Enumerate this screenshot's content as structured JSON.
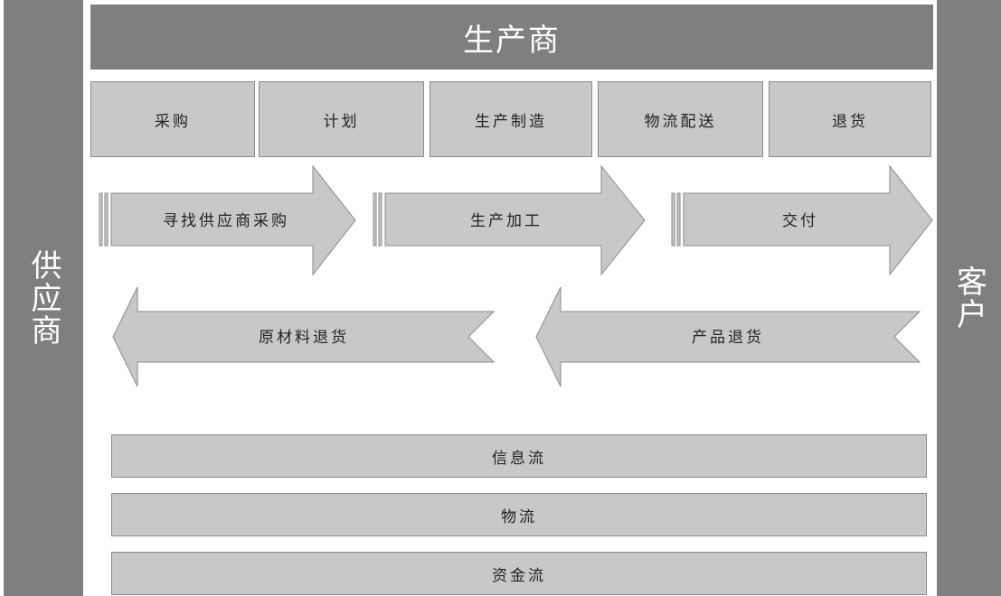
{
  "supplier": {
    "label": "供应商"
  },
  "customer": {
    "label": "客户"
  },
  "producer": {
    "label": "生产商"
  },
  "functions": [
    {
      "label": "采购"
    },
    {
      "label": "计划"
    },
    {
      "label": "生产制造"
    },
    {
      "label": "物流配送"
    },
    {
      "label": "退货"
    }
  ],
  "forward_arrows": [
    {
      "label": "寻找供应商采购"
    },
    {
      "label": "生产加工"
    },
    {
      "label": "交付"
    }
  ],
  "return_arrows": [
    {
      "label": "原材料退货"
    },
    {
      "label": "产品退货"
    }
  ],
  "flows": [
    {
      "label": "信息流"
    },
    {
      "label": "物流"
    },
    {
      "label": "资金流"
    }
  ],
  "colors": {
    "dark_panel": "#7f7f7f",
    "box_fill": "#c8c8c8",
    "box_border": "#8a8a8a"
  }
}
